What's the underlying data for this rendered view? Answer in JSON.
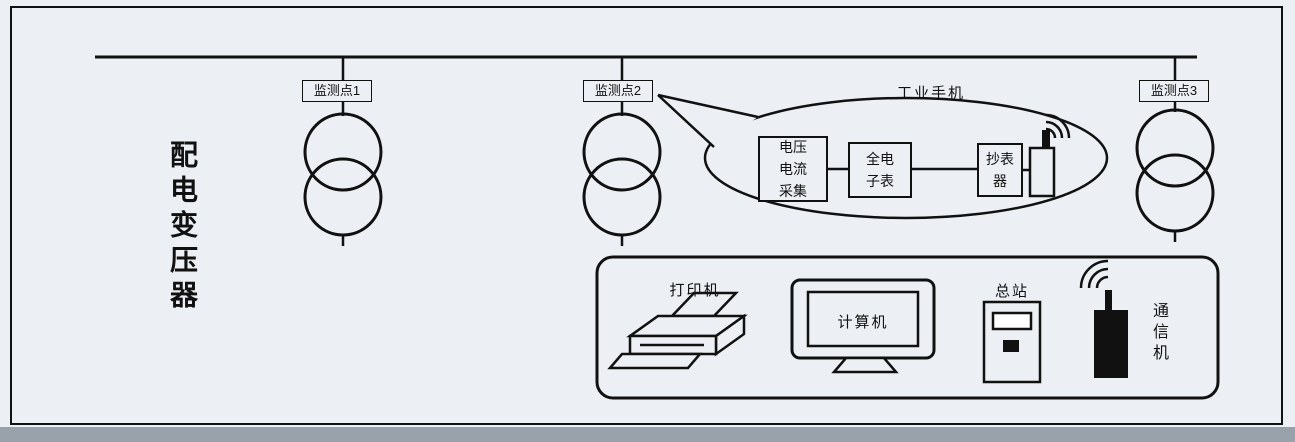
{
  "colors": {
    "line": "#111111",
    "background": "#eceff4",
    "panel_white": "#ffffff",
    "scan_edge": "#99a1aa"
  },
  "diagram": {
    "left_title": "配电变压器",
    "monitor_points": [
      {
        "label": "监测点1"
      },
      {
        "label": "监测点2"
      },
      {
        "label": "监测点3"
      }
    ],
    "bubble": {
      "title": "工业手机",
      "voltage_box": {
        "line1": "电压",
        "line2": "电流",
        "line3": "采集"
      },
      "meter_box": {
        "line1": "全电",
        "line2": "子表"
      },
      "reader_box": {
        "line1": "抄表",
        "line2": "器"
      }
    },
    "station": {
      "printer_label": "打印机",
      "computer_label": "计算机",
      "master_label": "总站",
      "comm_label": "通信机"
    }
  }
}
